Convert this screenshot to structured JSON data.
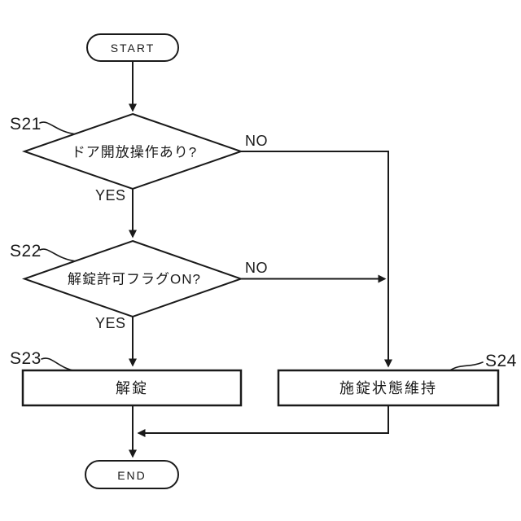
{
  "diagram": {
    "type": "flowchart",
    "background_color": "#ffffff",
    "line_color": "#1a1a1a",
    "nodes": {
      "start": {
        "shape": "terminator",
        "label": "START"
      },
      "s21": {
        "shape": "decision",
        "id": "S21",
        "label": "ドア開放操作あり?"
      },
      "s22": {
        "shape": "decision",
        "id": "S22",
        "label": "解錠許可フラグON?"
      },
      "s23": {
        "shape": "process",
        "id": "S23",
        "label": "解錠"
      },
      "s24": {
        "shape": "process",
        "id": "S24",
        "label": "施錠状態維持"
      },
      "end": {
        "shape": "terminator",
        "label": "END"
      }
    },
    "edges": {
      "s21_no": {
        "label": "NO",
        "from": "S21",
        "to": "S24"
      },
      "s21_yes": {
        "label": "YES",
        "from": "S21",
        "to": "S22"
      },
      "s22_no": {
        "label": "NO",
        "from": "S22",
        "to": "S24"
      },
      "s22_yes": {
        "label": "YES",
        "from": "S22",
        "to": "S23"
      },
      "s23_end": {
        "label": "",
        "from": "S23",
        "to": "END"
      },
      "s24_end": {
        "label": "",
        "from": "S24",
        "to": "END"
      }
    }
  }
}
